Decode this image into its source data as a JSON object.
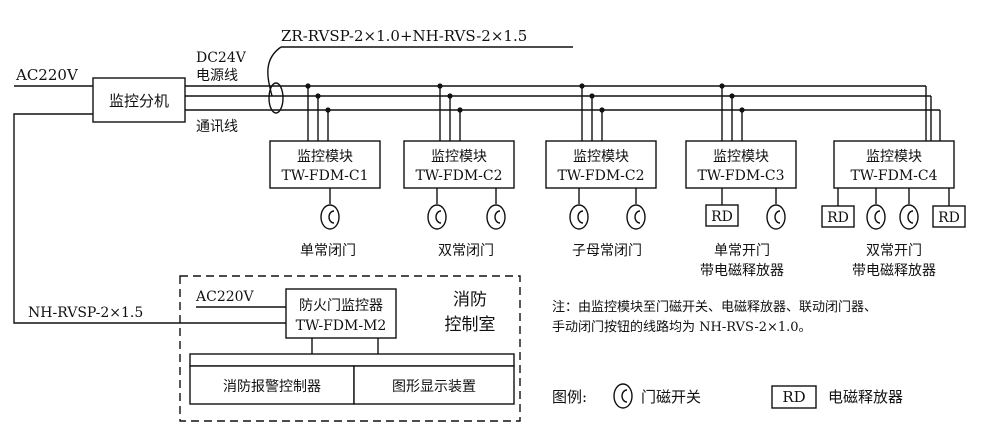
{
  "labels": {
    "ac220v_top": "AC220V",
    "cable_spec": "ZR-RVSP-2×1.0+NH-RVS-2×1.5",
    "dc24v": "DC24V",
    "power_line": "电源线",
    "comm_line": "通讯线",
    "main_unit": "监控分机",
    "nh_rvsp": "NH-RVSP-2×1.5",
    "ac220v_room": "AC220V",
    "monitor_name": "防火门监控器",
    "monitor_model": "TW-FDM-M2",
    "room_line1": "消防",
    "room_line2": "控制室",
    "alarm_controller": "消防报警控制器",
    "display_device": "图形显示装置",
    "note_line1": "注：由监控模块至门磁开关、电磁释放器、联动闭门器、",
    "note_line2": "手动闭门按钮的线路均为   NH-RVS-2×1.0。",
    "legend_title": "图例:",
    "legend_switch": "门磁开关",
    "legend_release": "电磁释放器",
    "rd": "RD"
  },
  "modules": [
    {
      "name": "监控模块",
      "model": "TW-FDM-C1",
      "caption": [
        "单常闭门"
      ]
    },
    {
      "name": "监控模块",
      "model": "TW-FDM-C2",
      "caption": [
        "双常闭门"
      ]
    },
    {
      "name": "监控模块",
      "model": "TW-FDM-C2",
      "caption": [
        "子母常闭门"
      ]
    },
    {
      "name": "监控模块",
      "model": "TW-FDM-C3",
      "caption": [
        "单常开门",
        "带电磁释放器"
      ]
    },
    {
      "name": "监控模块",
      "model": "TW-FDM-C4",
      "caption": [
        "双常开门",
        "带电磁释放器"
      ]
    }
  ]
}
